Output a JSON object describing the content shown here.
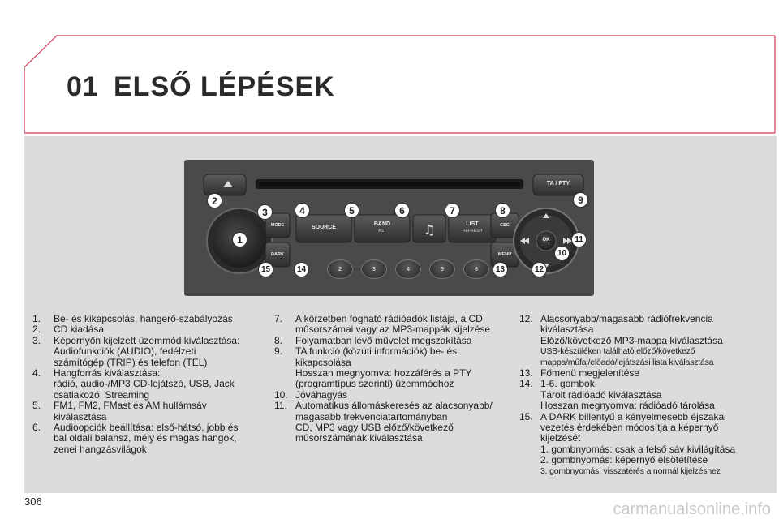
{
  "chapter": {
    "number": "01",
    "title": "ELSŐ LÉPÉSEK"
  },
  "radio": {
    "buttons": {
      "mode": "MODE",
      "dark": "DARK",
      "source": "SOURCE",
      "band": "BAND",
      "band_sub": "AST",
      "list": "LIST",
      "list_sub": "REFRESH",
      "esc": "ESC",
      "menu": "MENU",
      "ok": "OK",
      "ta_pty": "TA / PTY"
    },
    "presets": [
      "2",
      "3",
      "4",
      "5",
      "6"
    ],
    "knob_label": "1",
    "callouts": [
      "1",
      "2",
      "3",
      "4",
      "5",
      "6",
      "7",
      "8",
      "9",
      "10",
      "11",
      "12",
      "13",
      "14",
      "15"
    ]
  },
  "col1": [
    {
      "n": "1.",
      "lines": [
        "Be- és kikapcsolás, hangerő-szabályozás"
      ]
    },
    {
      "n": "2.",
      "lines": [
        "CD kiadása"
      ]
    },
    {
      "n": "3.",
      "lines": [
        "Képernyőn kijelzett üzemmód kiválasztása:",
        "Audiofunkciók (AUDIO), fedélzeti",
        "számítógép (TRIP) és telefon (TEL)"
      ]
    },
    {
      "n": "4.",
      "lines": [
        "Hangforrás kiválasztása:",
        "rádió, audio-/MP3 CD-lejátszó, USB, Jack",
        "csatlakozó, Streaming"
      ]
    },
    {
      "n": "5.",
      "lines": [
        "FM1, FM2, FMast és AM hullámsáv",
        "kiválasztása"
      ]
    },
    {
      "n": "6.",
      "lines": [
        "Audioopciók beállítása: első-hátsó, jobb és",
        "bal oldali balansz, mély és magas hangok,",
        "zenei hangzásvilágok"
      ]
    }
  ],
  "col2": [
    {
      "n": "7.",
      "lines": [
        "A körzetben fogható rádióadók listája, a CD",
        "műsorszámai vagy az MP3-mappák kijelzése"
      ]
    },
    {
      "n": "8.",
      "lines": [
        "Folyamatban lévő művelet megszakítása"
      ]
    },
    {
      "n": "9.",
      "lines": [
        "TA funkció (közúti információk) be- és",
        "kikapcsolása",
        "Hosszan megnyomva: hozzáférés a PTY",
        "(programtípus szerinti) üzemmódhoz"
      ]
    },
    {
      "n": "10.",
      "lines": [
        "Jóváhagyás"
      ]
    },
    {
      "n": "11.",
      "lines": [
        "Automatikus állomáskeresés az alacsonyabb/",
        "magasabb frekvenciatartományban",
        "CD, MP3 vagy USB előző/következő",
        "műsorszámának kiválasztása"
      ]
    }
  ],
  "col3": [
    {
      "n": "12.",
      "lines": [
        "Alacsonyabb/magasabb rádiófrekvencia",
        "kiválasztása",
        "Előző/következő MP3-mappa kiválasztása"
      ],
      "small": [
        "USB-készüléken található előző/következő",
        "mappa/műfaj/előadó/lejátszási lista kiválasztása"
      ]
    },
    {
      "n": "13.",
      "lines": [
        "Főmenü megjelenítése"
      ]
    },
    {
      "n": "14.",
      "lines": [
        "1-6. gombok:",
        "Tárolt rádióadó kiválasztása",
        "Hosszan megnyomva: rádióadó tárolása"
      ]
    },
    {
      "n": "15.",
      "lines": [
        "A DARK billentyű a kényelmesebb éjszakai",
        "vezetés érdekében módosítja a képernyő",
        "kijelzését",
        "1. gombnyomás: csak a felső sáv kivilágítása",
        "2. gombnyomás: képernyő elsötétítése"
      ],
      "small": [
        "3. gombnyomás: visszatérés a normál kijelzéshez"
      ]
    }
  ],
  "footer": {
    "page": "306",
    "watermark": "carmanualsonline.info"
  },
  "colors": {
    "accent": "#d25a6e",
    "panel": "#dcdcdc",
    "radio_body": "#4a4a4a"
  }
}
